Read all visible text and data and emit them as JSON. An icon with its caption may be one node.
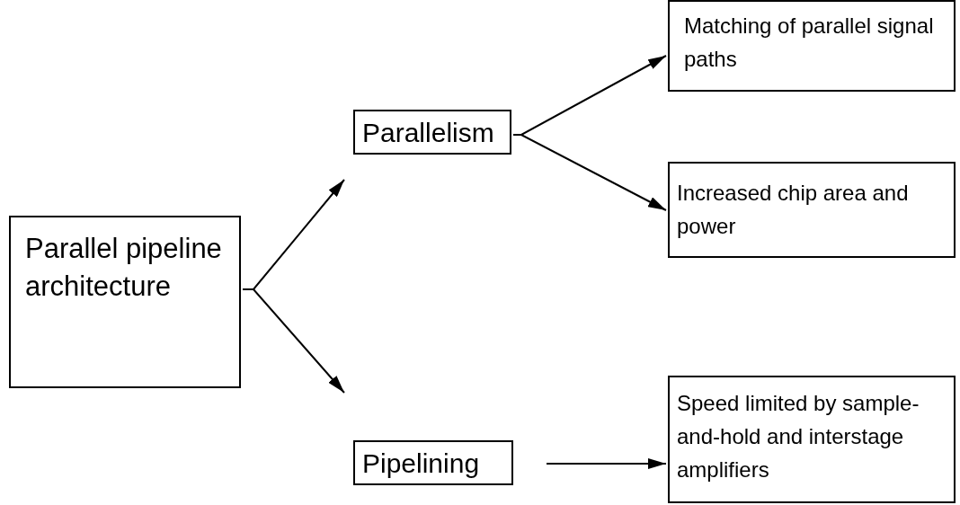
{
  "diagram": {
    "nodes": [
      {
        "text": [
          "Parallel pipeline architecture"
        ]
      },
      {
        "text": [
          "Parallelism"
        ]
      },
      {
        "text": [
          "Pipelining"
        ]
      },
      {
        "text": [
          "Matching of parallel signal paths"
        ]
      },
      {
        "text": [
          "Increased chip area and power"
        ]
      },
      {
        "text": [
          "Speed limited by sample-and-hold and interstage amplifiers"
        ]
      }
    ],
    "edges": [
      {
        "from": 0,
        "to": 1,
        "arrow": "to"
      },
      {
        "from": 0,
        "to": 2,
        "arrow": "to"
      },
      {
        "from": 1,
        "to": 3,
        "arrow": "to"
      },
      {
        "from": 1,
        "to": 4,
        "arrow": "to"
      },
      {
        "from": 2,
        "to": 5,
        "arrow": "to"
      }
    ]
  }
}
